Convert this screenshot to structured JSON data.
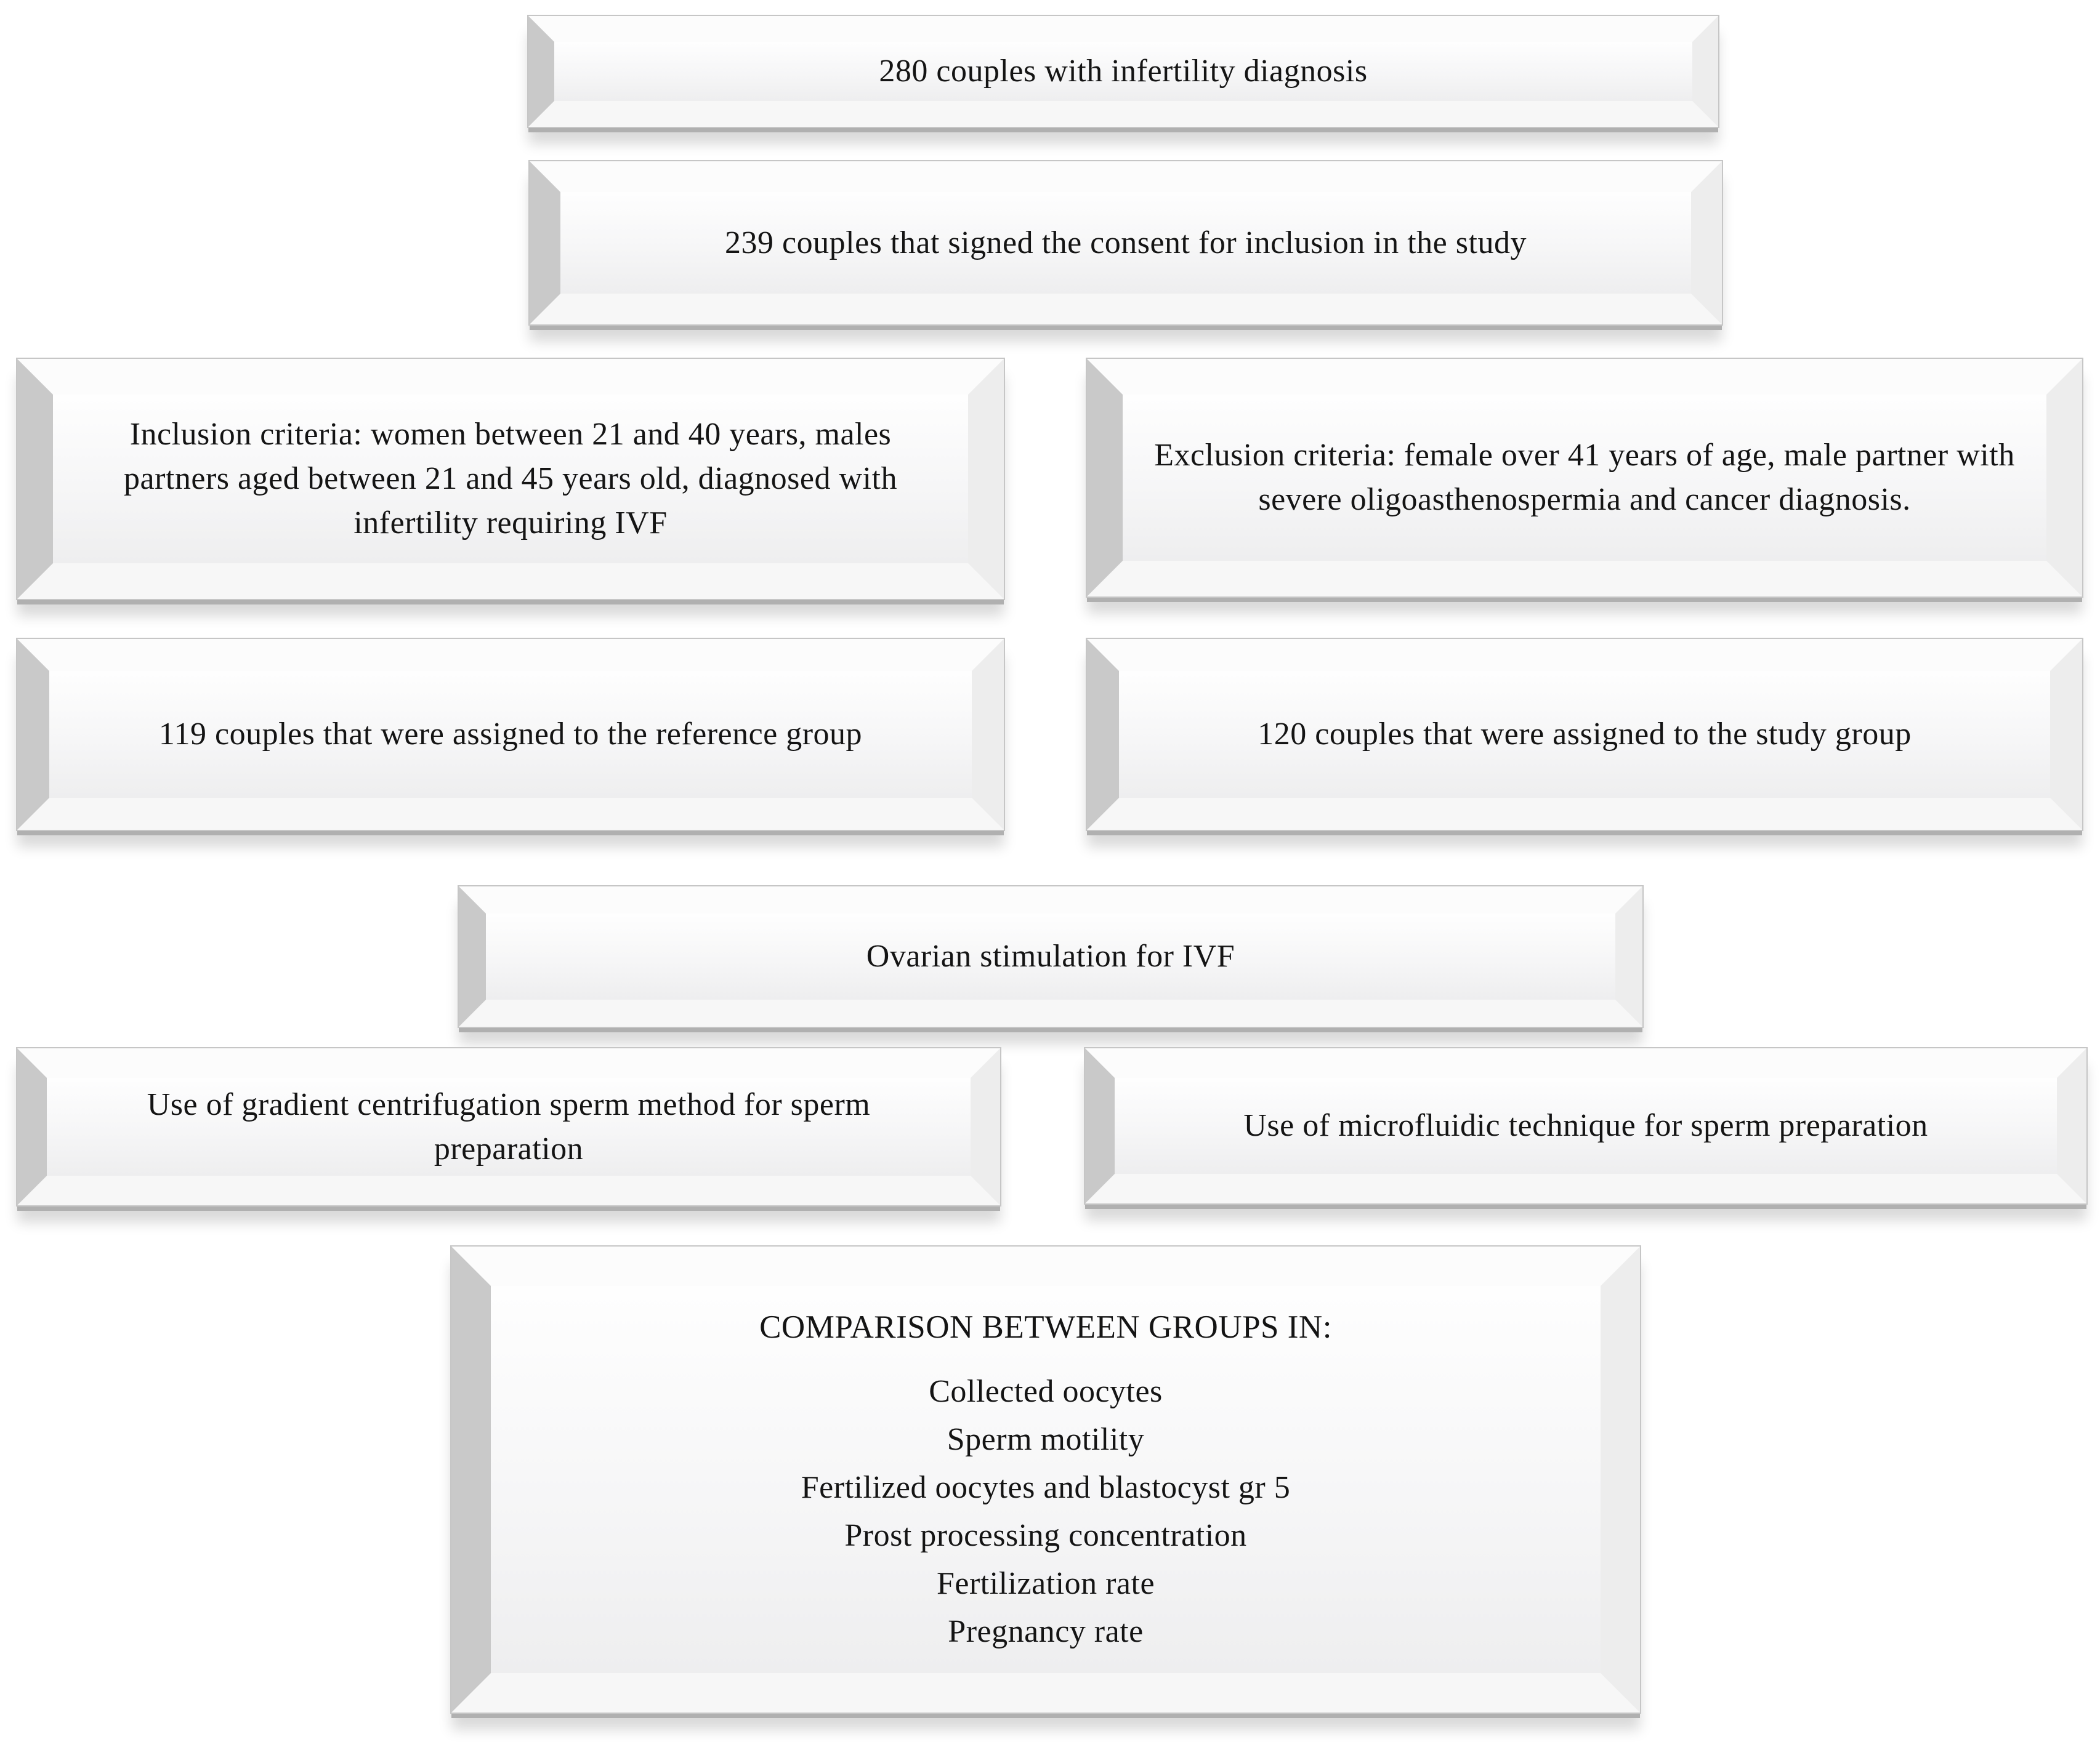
{
  "palette": {
    "background": "#ffffff",
    "box_fill_top": "#fefefe",
    "box_fill_bottom": "#eeeeef",
    "bevel_gray": "#c9c9c9",
    "bottom_edge_gray": "#b0b0b0",
    "text": "#141414"
  },
  "flowchart": {
    "boxes": {
      "total": {
        "text": "280 couples with infertility diagnosis"
      },
      "consented": {
        "text": "239 couples that signed the consent for inclusion in the study"
      },
      "inclusion": {
        "text": "Inclusion criteria: women between 21 and 40 years, males partners aged between 21 and 45 years old, diagnosed with infertility requiring IVF"
      },
      "exclusion": {
        "text": "Exclusion criteria: female over 41 years of age, male partner with severe oligoasthenospermia and cancer diagnosis."
      },
      "reference_group": {
        "text": "119 couples that were assigned to the reference group"
      },
      "study_group": {
        "text": "120 couples that were assigned to the study group"
      },
      "ovarian": {
        "text": "Ovarian stimulation for IVF"
      },
      "gradient_method": {
        "text": "Use of gradient centrifugation sperm method for sperm preparation"
      },
      "microfluidic": {
        "text": "Use of microfluidic technique for sperm preparation"
      },
      "comparison": {
        "title": "COMPARISON BETWEEN GROUPS IN:",
        "items": [
          "Collected oocytes",
          "Sperm motility",
          "Fertilized oocytes and blastocyst gr 5",
          "Prost processing concentration",
          "Fertilization rate",
          "Pregnancy rate"
        ]
      }
    }
  }
}
